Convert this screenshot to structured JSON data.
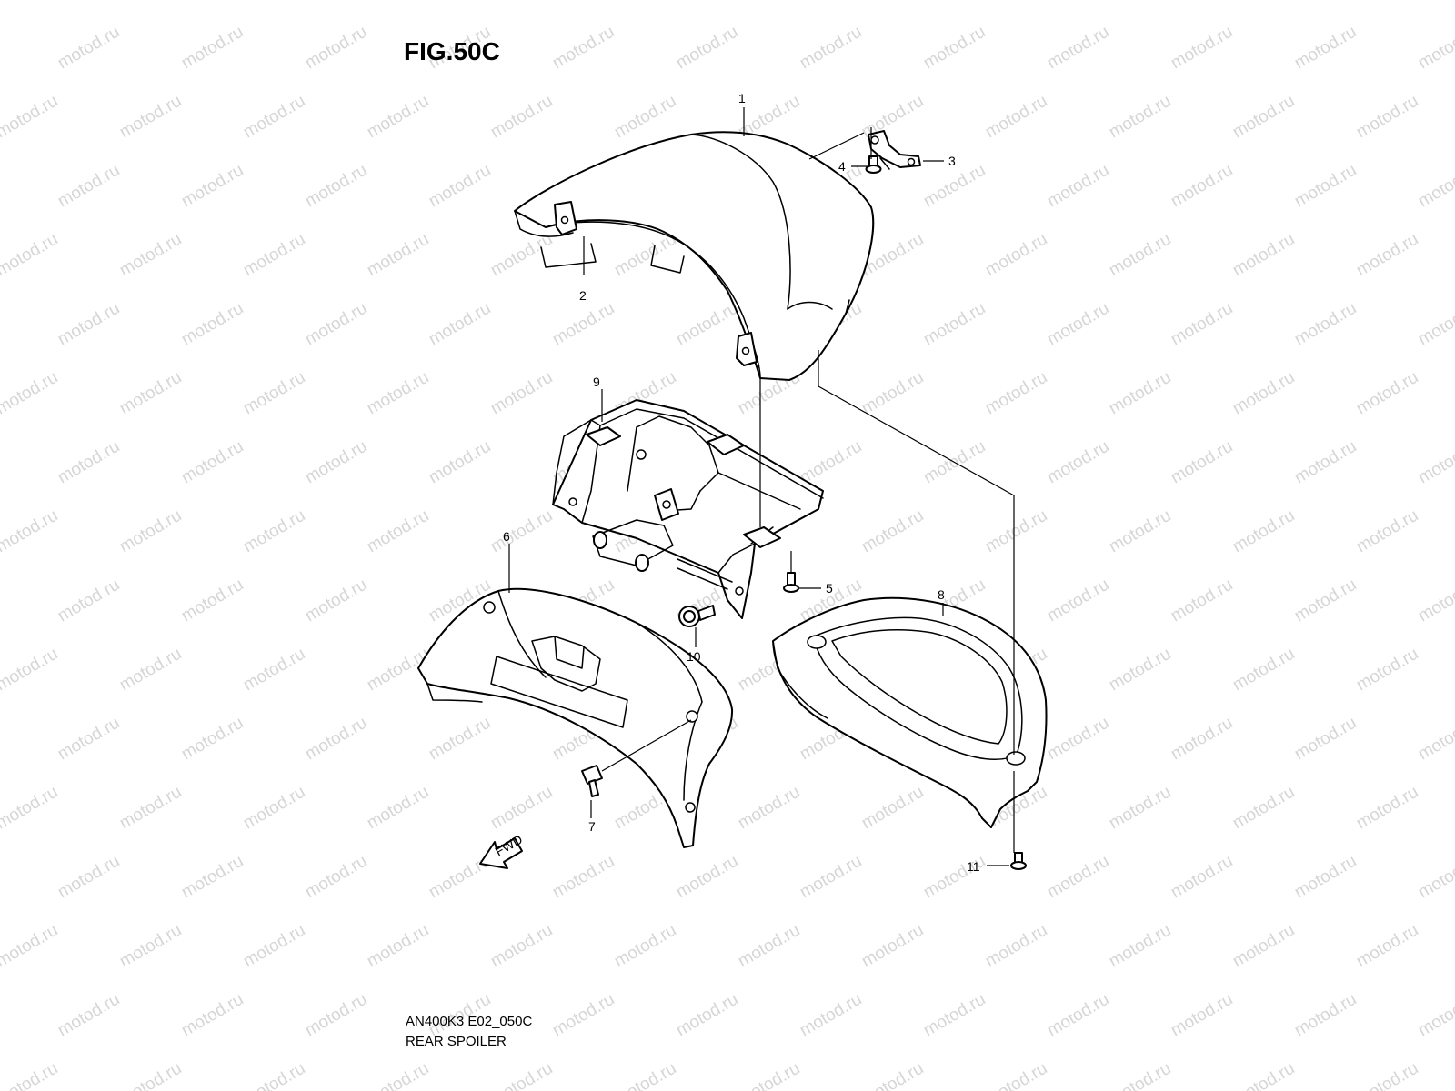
{
  "figure": {
    "title": "FIG.50C",
    "code": "AN400K3 E02_050C",
    "name": "REAR SPOILER"
  },
  "watermark": {
    "text": "motod.ru"
  },
  "fwd_arrow": {
    "label": "FWD"
  },
  "callouts": [
    {
      "id": "1",
      "label": "1"
    },
    {
      "id": "2",
      "label": "2"
    },
    {
      "id": "3",
      "label": "3"
    },
    {
      "id": "4",
      "label": "4"
    },
    {
      "id": "5",
      "label": "5"
    },
    {
      "id": "6",
      "label": "6"
    },
    {
      "id": "7",
      "label": "7"
    },
    {
      "id": "8",
      "label": "8"
    },
    {
      "id": "9",
      "label": "9"
    },
    {
      "id": "10",
      "label": "10"
    },
    {
      "id": "11",
      "label": "11"
    }
  ],
  "colors": {
    "ink": "#000000",
    "watermark": "#d6d6d6",
    "background": "#ffffff"
  }
}
